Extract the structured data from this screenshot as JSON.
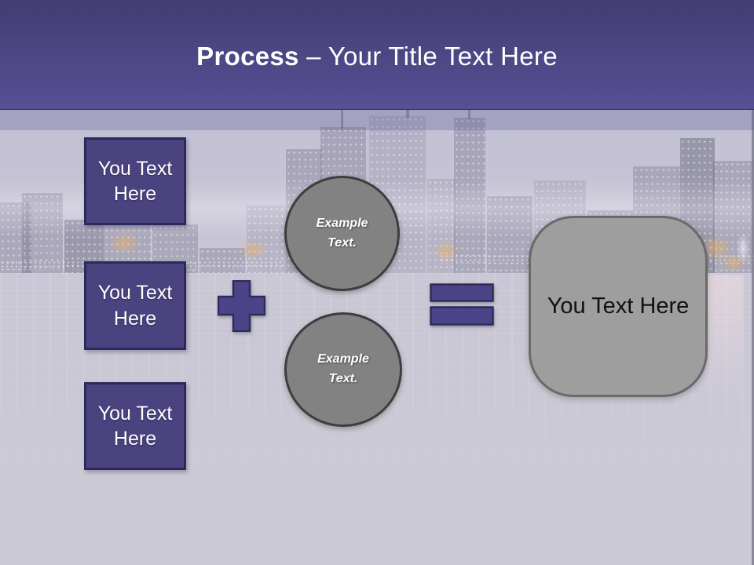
{
  "title": {
    "bold": "Process",
    "separator": "–",
    "rest": "Your Title Text Here"
  },
  "left_boxes": [
    {
      "label": "You Text Here"
    },
    {
      "label": "You Text Here"
    },
    {
      "label": "You Text Here"
    }
  ],
  "circles": [
    {
      "label": "Example Text."
    },
    {
      "label": "Example Text."
    }
  ],
  "operators": {
    "plus_icon": "plus",
    "equals_icon": "equals"
  },
  "result_box": {
    "label": "You Text Here"
  },
  "colors": {
    "header_top": "#433d73",
    "header_bottom": "#565095",
    "title_color": "#ffffff",
    "box_fill": "#4a4380",
    "box_border": "#2d295a",
    "operator_fill": "#4a4488",
    "operator_border": "#2f2b58",
    "shape_gray": "#828282",
    "circle_border": "#3e3e3e",
    "result_fill": "#9e9e9e",
    "result_border": "#6a6a6a",
    "result_text": "#111111",
    "bg_base": "#c9c7d4"
  }
}
